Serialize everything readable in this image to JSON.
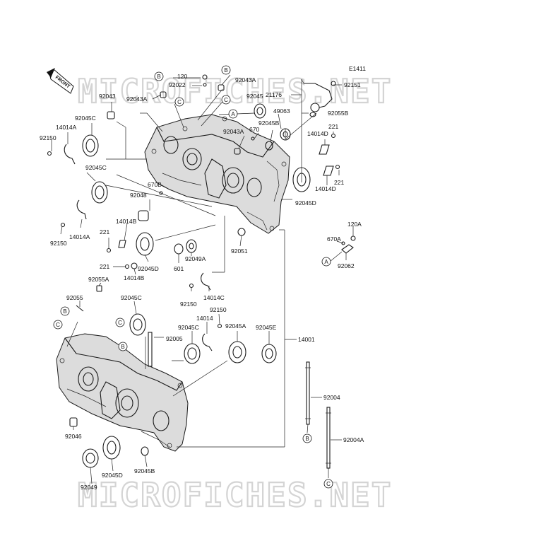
{
  "diagram_code": "E1411",
  "front_label": "FRONT",
  "watermark": "MICROFICHES.NET",
  "part_numbers": [
    "120",
    "92043A",
    "92022",
    "92043",
    "92043A",
    "92045",
    "92045C",
    "14014A",
    "92150",
    "21176",
    "92151",
    "49063",
    "92055B",
    "92043A",
    "670",
    "92045B",
    "221",
    "14014D",
    "92045C",
    "670B",
    "92048",
    "14014D",
    "221",
    "14014B",
    "92045D",
    "14014A",
    "92150",
    "221",
    "601",
    "92049A",
    "92051",
    "221",
    "92045D",
    "14014B",
    "120A",
    "670A",
    "92062",
    "92055A",
    "92055",
    "92045C",
    "92150",
    "14014C",
    "92150",
    "14014",
    "92045C",
    "92045A",
    "92045E",
    "14001",
    "92005",
    "92004",
    "92004A",
    "92046",
    "92049",
    "92045D",
    "92045B"
  ],
  "ref_marks": [
    "A",
    "B",
    "C"
  ]
}
